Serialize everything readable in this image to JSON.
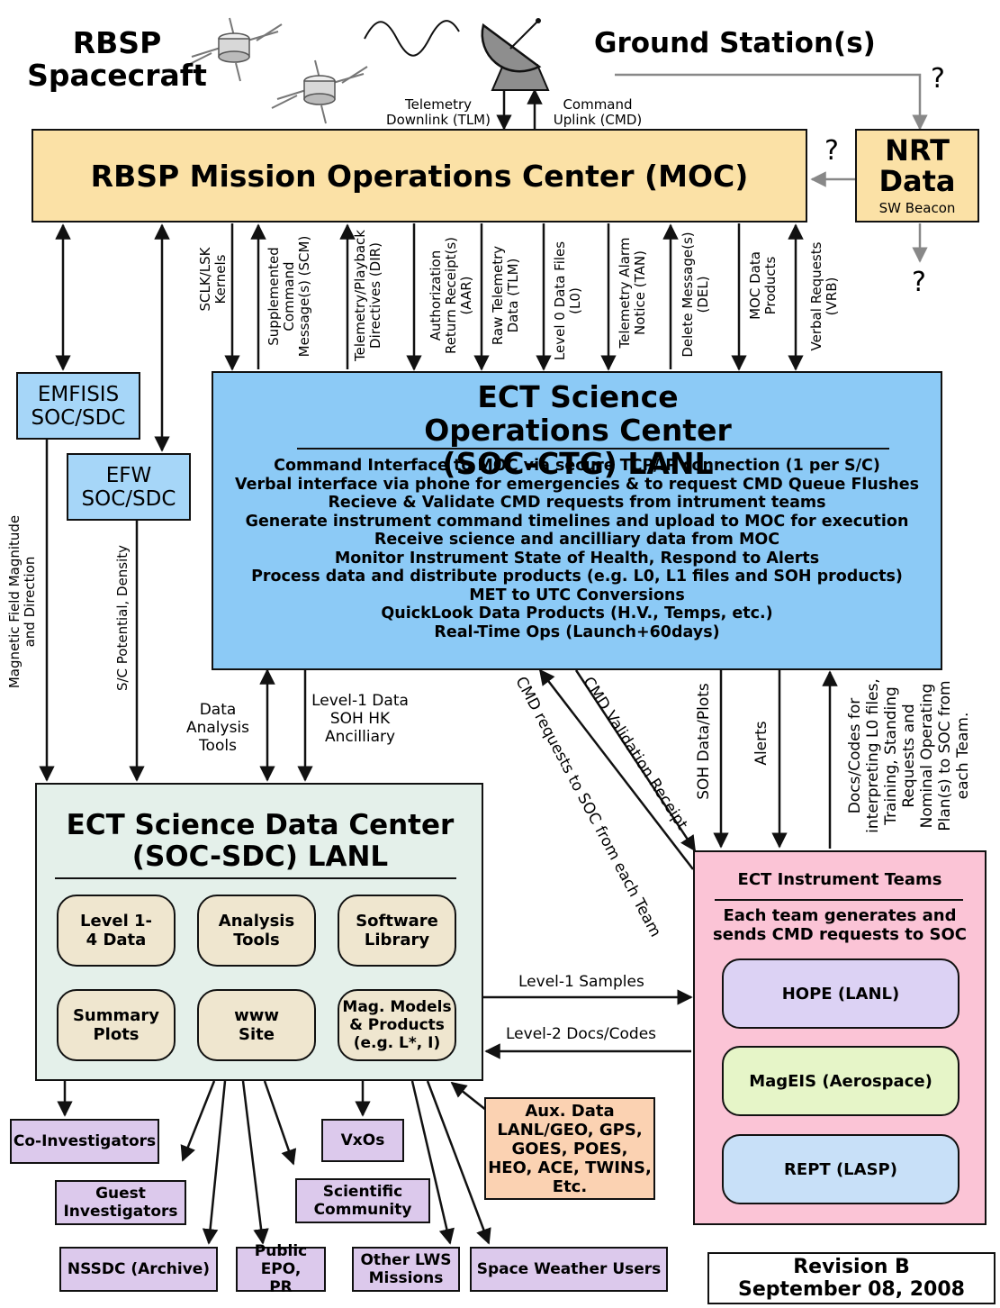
{
  "header": {
    "spacecraft_title": "RBSP Spacecraft",
    "ground_station": "Ground Station(s)",
    "telemetry_downlink": "Telemetry Downlink (TLM)",
    "command_uplink": "Command Uplink (CMD)",
    "question_mark": "?"
  },
  "moc": {
    "title": "RBSP Mission Operations Center (MOC)"
  },
  "nrt": {
    "title": "NRT Data",
    "subtitle": "SW Beacon"
  },
  "moc_flows": [
    "SCLK/LSK Kernels",
    "Supplemented Command Message(s) (SCM)",
    "Telemetry/Playback Directives (DIR)",
    "Authorization Return Receipt(s) (AAR)",
    "Raw Telemetry Data (TLM)",
    "Level 0 Data Files (L0)",
    "Telemetry Alarm Notice (TAN)",
    "Delete Message(s) (DEL)",
    "MOC Data Products",
    "Verbal Requests (VRB)"
  ],
  "emfisis": {
    "title": "EMFISIS SOC/SDC"
  },
  "efw": {
    "title": "EFW SOC/SDC"
  },
  "soc": {
    "title": "ECT Science Operations Center (SOC-CTG) LANL",
    "lines": [
      "Command Interface to MOC via secure TCP/IP connection (1 per S/C)",
      "Verbal interface via phone for emergencies & to request CMD Queue Flushes",
      "Recieve & Validate CMD requests from intrument teams",
      "Generate instrument command timelines and upload to MOC  for execution",
      "Receive science and ancilliary data from MOC",
      "Monitor Instrument State of Health, Respond to Alerts",
      "Process data and distribute products (e.g. L0, L1 files and SOH products)",
      "MET to UTC Conversions",
      "QuickLook Data Products (H.V., Temps, etc.)",
      "Real-Time Ops (Launch+60days)"
    ]
  },
  "labels": {
    "magnetic_field": "Magnetic Field Magnitude and Direction",
    "sc_potential": "S/C Potential, Density",
    "data_analysis_tools": "Data Analysis Tools",
    "level1_group": "Level-1 Data SOH HK Ancilliary",
    "cmd_requests": "CMD requests to SOC from each Team",
    "cmd_validation": "CMD Validation Receipt",
    "soh_plots": "SOH Data/Plots",
    "alerts": "Alerts",
    "docs_codes": "Docs/Codes for interpreting L0 files, Training, Standing Requests and Nominal Operating Plan(s) to SOC from each Team.",
    "level1_samples": "Level-1 Samples",
    "level2_docs": "Level-2 Docs/Codes"
  },
  "sdc": {
    "title": "ECT Science Data Center (SOC-SDC) LANL",
    "modules": [
      "Level 1-4 Data",
      "Analysis Tools",
      "Software Library",
      "Summary Plots",
      "www Site",
      "Mag. Models & Products (e.g. L*, I)"
    ]
  },
  "teams": {
    "title": "ECT Instrument Teams",
    "subtitle": "Each team generates and sends CMD requests to SOC",
    "instruments": [
      {
        "name": "HOPE (LANL)",
        "color": "#dcd2f4"
      },
      {
        "name": "MagEIS (Aerospace)",
        "color": "#e6f5c8"
      },
      {
        "name": "REPT (LASP)",
        "color": "#c8e0f8"
      }
    ]
  },
  "aux": {
    "text": "Aux. Data LANL/GEO, GPS, GOES, POES, HEO, ACE, TWINS, Etc."
  },
  "users": {
    "co_investigators": "Co-Investigators",
    "guest_investigators": "Guest Investigators",
    "nssdc": "NSSDC (Archive)",
    "public": "Public EPO, PR",
    "vxos": "VxOs",
    "scientific_community": "Scientific Community",
    "other_lws": "Other LWS Missions",
    "space_weather": "Space Weather Users"
  },
  "revision": {
    "line1": "Revision B",
    "line2": "September 08, 2008"
  },
  "colors": {
    "moc_fill": "#fbe1a6",
    "nrt_fill": "#fbe1a6",
    "soc_fill": "#8ccaf6",
    "emfisis_fill": "#a6d6f8",
    "efw_fill": "#a6d6f8",
    "sdc_fill": "#e4f0ea",
    "module_fill": "#efe6cf",
    "teams_fill": "#fbc4d6",
    "aux_fill": "#fbd2b2",
    "user_fill": "#dcc9ec"
  }
}
